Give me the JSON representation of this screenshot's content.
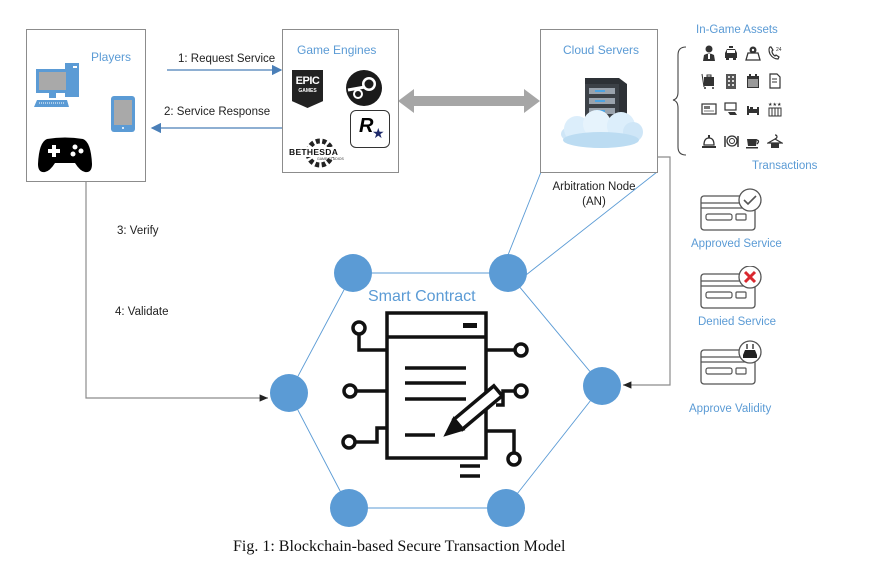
{
  "players": {
    "title": "Players",
    "icons": [
      "desktop-computer-icon",
      "tablet-icon",
      "gamepad-icon"
    ]
  },
  "game_engines": {
    "title": "Game Engines",
    "logos": [
      "EPIC GAMES",
      "Steam",
      "Rockstar",
      "BETHESDA GAME STUDIOS"
    ],
    "epic_top": "EPIC",
    "epic_bottom": "GAMES",
    "bethesda": "BETHESDA",
    "bethesda_sub": "GAME STUDIOS",
    "rockstar": "R"
  },
  "cloud_servers": {
    "title": "Cloud Servers"
  },
  "arbitration_node": {
    "line1": "Arbitration Node",
    "line2": "(AN)"
  },
  "flows": {
    "request": "1: Request Service",
    "response": "2: Service Response",
    "verify": "3: Verify",
    "validate": "4: Validate"
  },
  "smart_contract": {
    "title": "Smart Contract"
  },
  "in_game_assets": {
    "title": "In-Game Assets",
    "icons": [
      "receptionist-icon",
      "taxi-icon",
      "location-map-icon",
      "phone-24h-icon",
      "luggage-cart-icon",
      "hotel-building-icon",
      "calendar-icon",
      "document-icon",
      "keycard-icon",
      "room-service-icon",
      "bed-icon",
      "hotel-stars-icon",
      "bell-icon",
      "dining-icon",
      "coffee-cup-icon",
      "hanger-icon"
    ]
  },
  "transactions": {
    "title": "Transactions",
    "items": [
      {
        "label": "Approved Service",
        "status": "approved"
      },
      {
        "label": "Denied Service",
        "status": "denied"
      },
      {
        "label": "Approve Validity",
        "status": "validity"
      }
    ]
  },
  "caption": "Fig. 1: Blockchain-based Secure Transaction Model",
  "colors": {
    "accent": "#5b9bd5",
    "node": "#5b9bd5",
    "arrow": "#4a7fb8",
    "denied": "#d9282f",
    "connector": "#9e9e9e"
  }
}
